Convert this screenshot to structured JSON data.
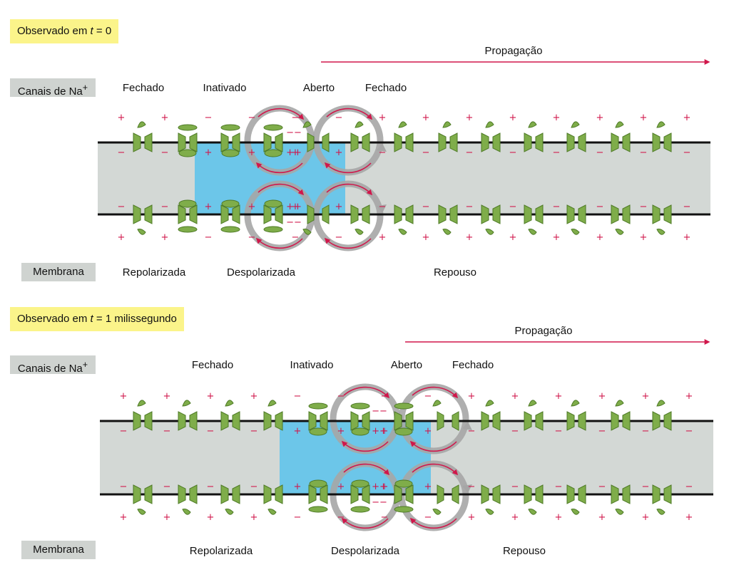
{
  "colors": {
    "cytoplasm": "#d3d8d5",
    "depolarized_region": "#6cc6e9",
    "membrane": "#111111",
    "channel": "#7fad4a",
    "channel_dark": "#4e7a26",
    "charge": "#d0174b",
    "current_arrow": "#d0174b",
    "current_circle": "#a6a6a6",
    "propagation_arrow": "#d0174b",
    "timebox_bg": "#fbf48a",
    "labelbox_bg": "#cfd3d0"
  },
  "panels": [
    {
      "time_prefix": "Observado em ",
      "time_var": "t",
      "time_suffix": " = 0",
      "propagation": "Propagação",
      "channels_label_base": "Canais de Na",
      "channels_label_sup": "+",
      "channel_states": [
        "Fechado",
        "Inativado",
        "Aberto",
        "Fechado"
      ],
      "membrane_label": "Membrana",
      "membrane_states": [
        "Repolarizada",
        "Despolarizada",
        "Repouso"
      ],
      "channel_sequence": [
        "closed",
        "inactivated",
        "inactivated",
        "inactivated",
        "open",
        "closed",
        "closed",
        "closed",
        "closed",
        "closed",
        "closed",
        "closed",
        "closed",
        "closed"
      ]
    },
    {
      "time_prefix": "Observado em ",
      "time_var": "t",
      "time_suffix": " = 1 milissegundo",
      "propagation": "Propagação",
      "channels_label_base": "Canais de Na",
      "channels_label_sup": "+",
      "channel_states": [
        "Fechado",
        "Inativado",
        "Aberto",
        "Fechado"
      ],
      "membrane_label": "Membrana",
      "membrane_states": [
        "Repolarizada",
        "Despolarizada",
        "Repouso"
      ],
      "channel_sequence": [
        "closed",
        "closed",
        "closed",
        "closed",
        "inactivated",
        "inactivated",
        "inactivated",
        "open",
        "closed",
        "closed",
        "closed",
        "closed",
        "closed",
        "closed"
      ]
    }
  ]
}
